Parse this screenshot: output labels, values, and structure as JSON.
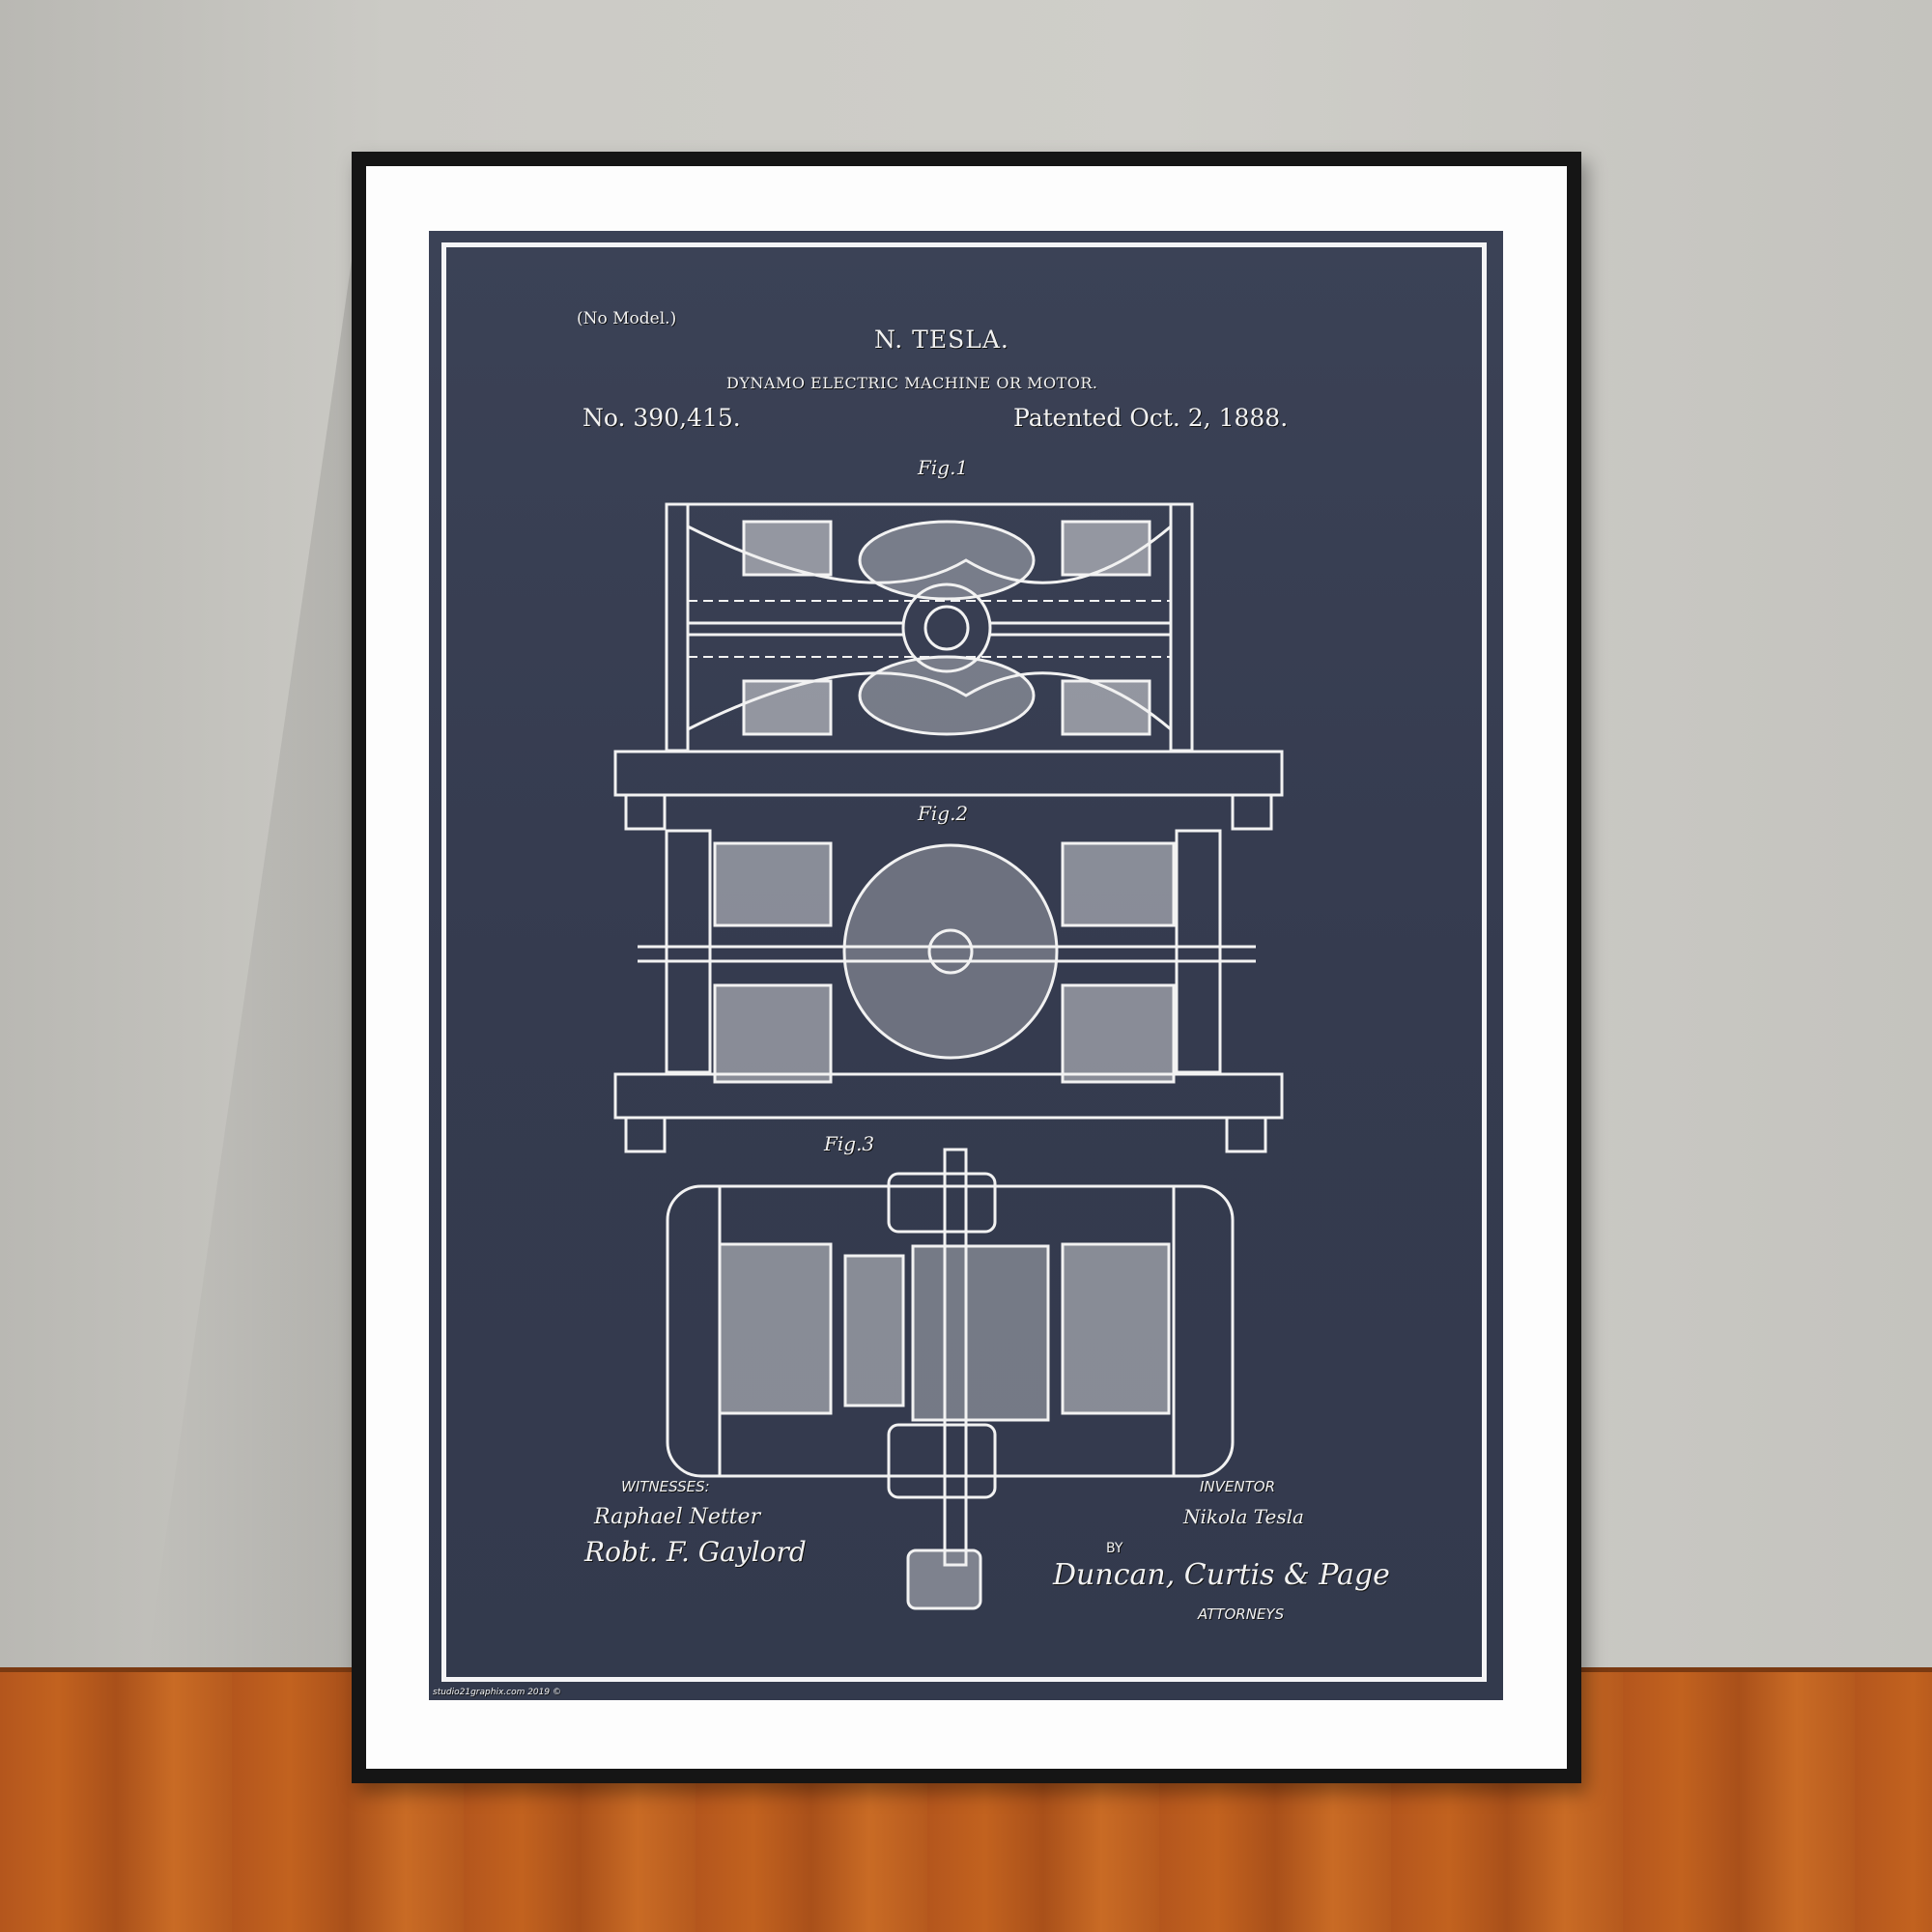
{
  "poster": {
    "no_model": "(No Model.)",
    "inventor_name": "N. TESLA.",
    "title": "DYNAMO ELECTRIC MACHINE OR MOTOR.",
    "patent_number": "No. 390,415.",
    "patent_date": "Patented Oct. 2, 1888.",
    "fig1_label": "Fig.1",
    "fig2_label": "Fig.2",
    "fig3_label": "Fig.3",
    "witnesses_label": "WITNESSES:",
    "witness_1": "Raphael Netter",
    "witness_2": "Robt. F. Gaylord",
    "inventor_label": "INVENTOR",
    "inventor_signature": "Nikola Tesla",
    "by_label": "BY",
    "attorneys_signature": "Duncan, Curtis & Page",
    "attorneys_label": "ATTORNEYS",
    "watermark": "studio21graphix.com 2019 ©"
  },
  "colors": {
    "wall": "#c7c6c1",
    "frame": "#151515",
    "mat": "#fdfdfd",
    "poster": "#363c50",
    "floor": "#b85b1e"
  }
}
